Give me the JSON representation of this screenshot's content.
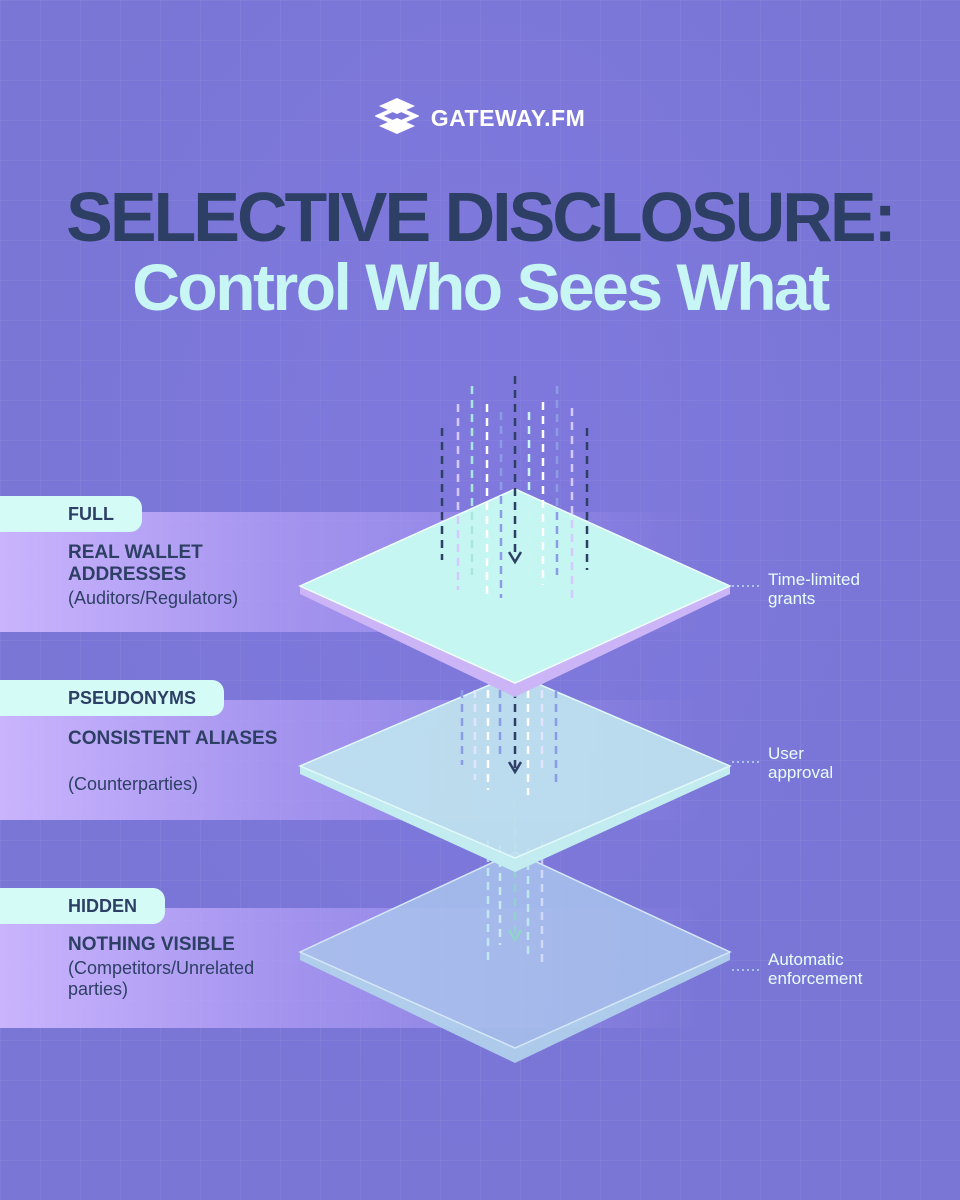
{
  "brand": {
    "name": "GATEWAY.FM",
    "logo_icon": "gateway-logo-icon"
  },
  "title": {
    "line1": "SELECTIVE DISCLOSURE:",
    "line2": "Control Who Sees What"
  },
  "layers": [
    {
      "tag": "FULL",
      "heading": "REAL WALLET ADDRESSES",
      "audience": "(Auditors/Regulators)",
      "note": "Time-limited grants"
    },
    {
      "tag": "PSEUDONYMS",
      "heading": "CONSISTENT ALIASES",
      "audience": "(Counterparties)",
      "note": "User approval"
    },
    {
      "tag": "HIDDEN",
      "heading": "NOTHING VISIBLE",
      "audience": "(Competitors/Unrelated parties)",
      "note": "Automatic enforcement"
    }
  ],
  "colors": {
    "background": "#7976d6",
    "navy": "#2d3f64",
    "mint": "#c7f6f4",
    "tag_bg": "#d5fbf7",
    "band_start": "#ceb7ff"
  }
}
